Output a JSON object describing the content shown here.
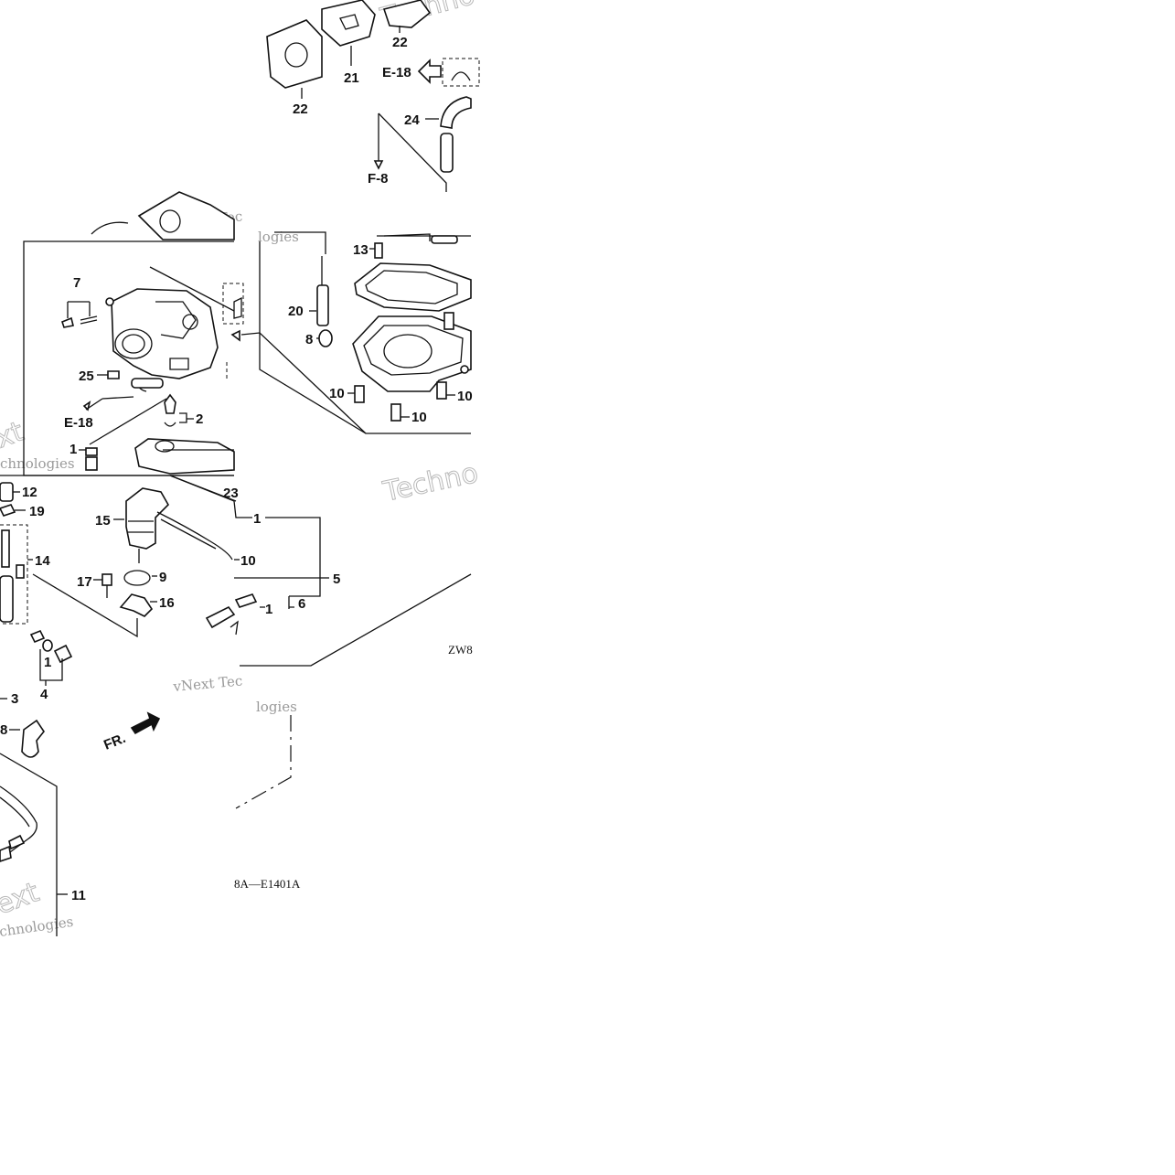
{
  "diagram": {
    "code_left": "8A—E1401A",
    "code_right": "ZW8",
    "direction_label": "FR.",
    "refs": {
      "e18_top": "E-18",
      "e18_left": "E-18",
      "f8": "F-8"
    },
    "callouts": [
      "22",
      "21",
      "22",
      "24",
      "7",
      "25",
      "2",
      "1",
      "13",
      "20",
      "8",
      "10",
      "10",
      "10",
      "23",
      "12",
      "19",
      "14",
      "15",
      "1",
      "10",
      "9",
      "17",
      "16",
      "5",
      "1",
      "6",
      "1",
      "4",
      "3",
      "8",
      "11"
    ],
    "watermarks": {
      "wm1": "Techno",
      "wm2": "vNext Tec",
      "wm3": "logies",
      "wm4": "xt",
      "wm5": "chnologies",
      "wm6": "Techno",
      "wm7": "vNext Tec",
      "wm8": "logies",
      "wm9": "ext",
      "wm10": "chnologies"
    }
  }
}
